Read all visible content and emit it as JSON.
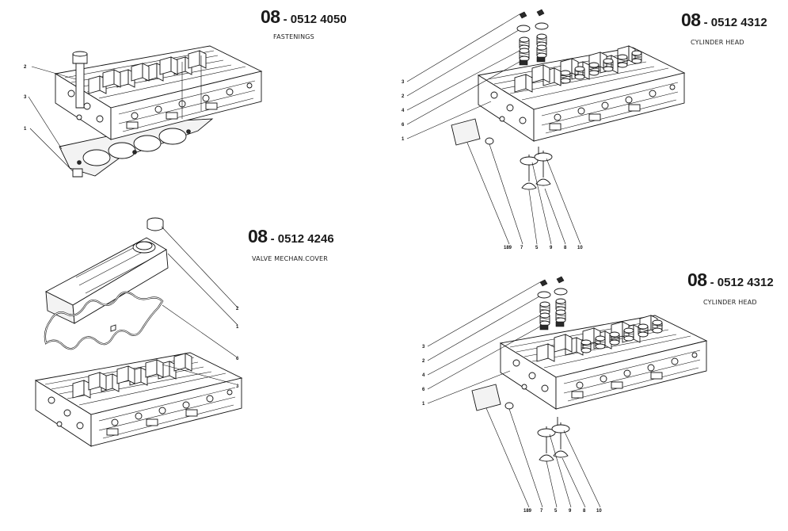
{
  "groups": [
    {
      "group_no": "08",
      "code": "- 0512 4050",
      "title": "FASTENINGS",
      "callouts": [
        "2",
        "3",
        "1"
      ]
    },
    {
      "group_no": "08",
      "code": "- 0512 4312",
      "title": "CYLINDER HEAD",
      "callouts": [
        "3",
        "2",
        "4",
        "6",
        "1",
        "189",
        "7",
        "5",
        "9",
        "8",
        "10"
      ]
    },
    {
      "group_no": "08",
      "code": "- 0512 4246",
      "title": "VALVE MECHAN.COVER",
      "callouts": [
        "2",
        "1",
        "6",
        "3"
      ]
    },
    {
      "group_no": "08",
      "code": "- 0512 4312",
      "title": "CYLINDER HEAD",
      "callouts": [
        "3",
        "2",
        "4",
        "6",
        "1",
        "189",
        "7",
        "5",
        "9",
        "8",
        "10"
      ]
    }
  ]
}
